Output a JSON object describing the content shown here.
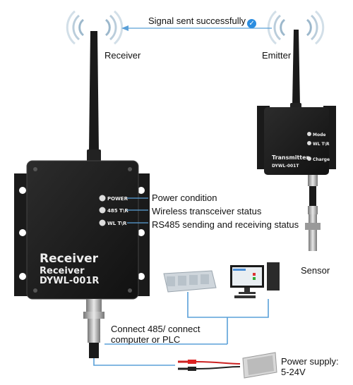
{
  "signal": {
    "text": "Signal sent successfully"
  },
  "receiver": {
    "label": "Receiver",
    "panel_title": "Receiver",
    "panel_subtitle": "Receiver",
    "panel_model": "DYWL-001R",
    "leds": [
      "POWER",
      "485 T\\R",
      "WL T\\R"
    ],
    "led_descriptions": [
      "Power condition",
      "Wireless transceiver status",
      "RS485 sending and receiving status"
    ]
  },
  "emitter": {
    "label": "Emitter",
    "panel_title": "Transmitter",
    "panel_model": "DYWL-001T",
    "leds": [
      "Mode",
      "WL T\\R",
      "Charge"
    ]
  },
  "sensor": {
    "label": "Sensor"
  },
  "connection": {
    "line1": "Connect 485/ connect",
    "line2": "computer or PLC"
  },
  "power": {
    "line1": "Power supply:",
    "line2": "5-24V"
  },
  "colors": {
    "wire": "#5aa0d8",
    "check": "#2a8de0",
    "device": "#1e1e1e"
  },
  "icons": [
    "wifi-wave-icon",
    "check-circle-icon",
    "arrow-left-icon"
  ]
}
